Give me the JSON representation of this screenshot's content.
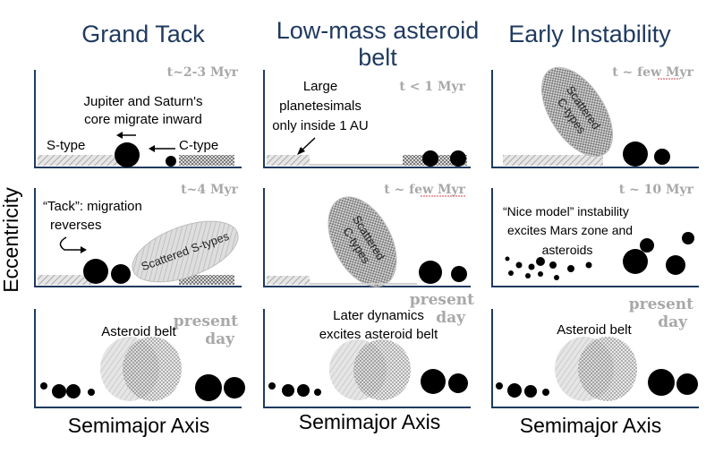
{
  "columns": [
    {
      "title": "Grand Tack",
      "panels": [
        {
          "time": "t~2-3 Myr",
          "note": [
            "Jupiter and Saturn's",
            "core migrate inward"
          ],
          "s_label": "S-type",
          "c_label": "C-type"
        },
        {
          "time": "t~4 Myr",
          "note": [
            "“Tack”: migration",
            "reverses"
          ],
          "oval": "Scattered S-types"
        },
        {
          "time": [
            "present",
            "day"
          ],
          "note": [
            "Asteroid belt"
          ]
        }
      ],
      "xlabel": "Semimajor Axis"
    },
    {
      "title": [
        "Low-mass asteroid",
        "belt"
      ],
      "panels": [
        {
          "time": "t < 1 Myr",
          "note": [
            "Large",
            "planetesimals",
            "only inside 1 AU"
          ]
        },
        {
          "time": "t ~ few Myr",
          "oval": [
            "Scattered",
            "C-types"
          ]
        },
        {
          "time": [
            "present",
            "day"
          ],
          "note": [
            "Later dynamics",
            "excites asteroid belt"
          ]
        }
      ],
      "xlabel": "Semimajor Axis"
    },
    {
      "title": "Early Instability",
      "panels": [
        {
          "time": "t ~ few Myr",
          "oval": [
            "Scattered",
            "C-types"
          ]
        },
        {
          "time": "t ~ 10 Myr",
          "note": [
            "“Nice model” instability",
            "excites Mars zone and",
            "asteroids"
          ]
        },
        {
          "time": [
            "present",
            "day"
          ],
          "note": [
            "Asteroid belt"
          ]
        }
      ],
      "xlabel": "Semimajor Axis"
    }
  ],
  "ylabel": "Eccentricity"
}
